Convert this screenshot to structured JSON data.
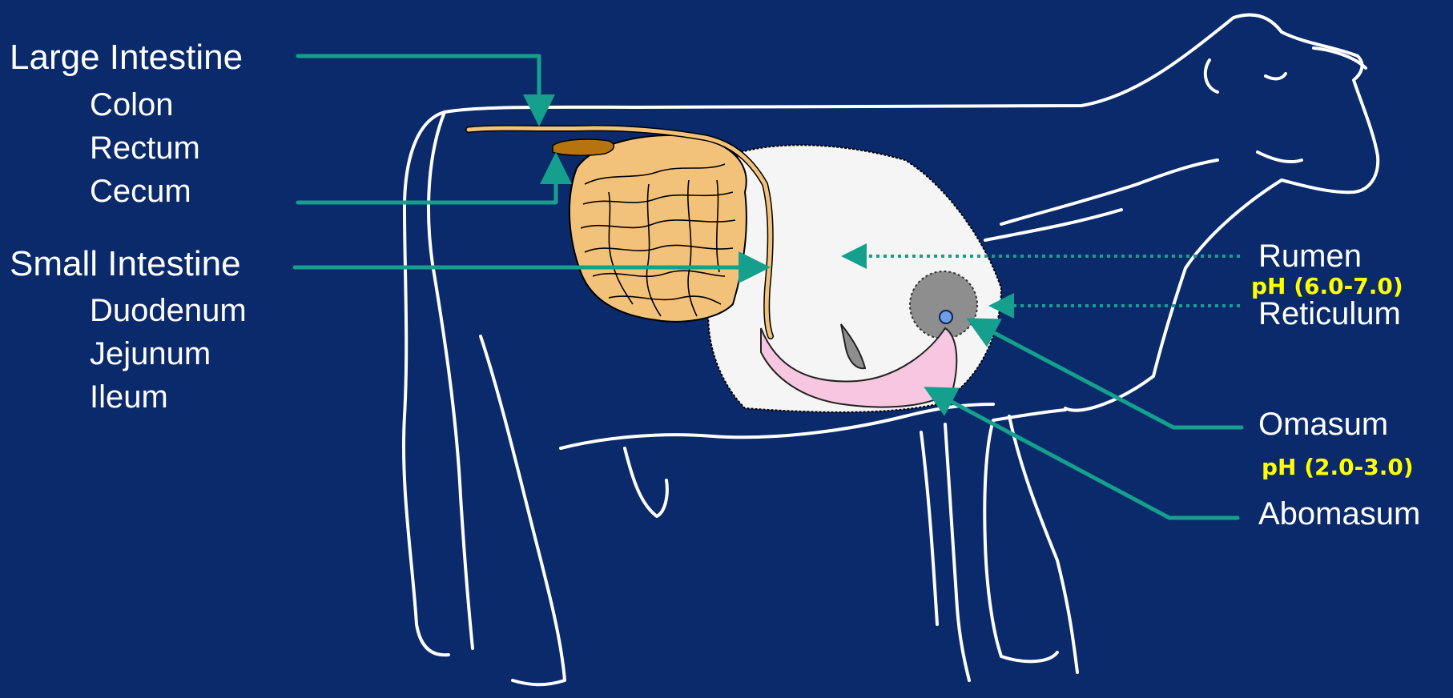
{
  "colors": {
    "background": "#0a2a6b",
    "outline": "#ffffff",
    "pointer": "#14a08c",
    "intestine": "#f3c27a",
    "cecum": "#b7740e",
    "rumen": "#f5f5f5",
    "reticulum": "#8e8e8e",
    "abomasum": "#f7c6e0",
    "omasum": "#6d9ee6",
    "ph_text": "#ffff00"
  },
  "left_labels": {
    "large_intestine": {
      "title": "Large Intestine",
      "parts": [
        "Colon",
        "Rectum",
        "Cecum"
      ]
    },
    "small_intestine": {
      "title": "Small Intestine",
      "parts": [
        "Duodenum",
        "Jejunum",
        "Ileum"
      ]
    }
  },
  "right_labels": {
    "rumen": "Rumen",
    "rumen_ph": "pH (6.0-7.0)",
    "reticulum": "Reticulum",
    "omasum": "Omasum",
    "omasum_ph": "pH (2.0-3.0)",
    "abomasum": "Abomasum"
  }
}
